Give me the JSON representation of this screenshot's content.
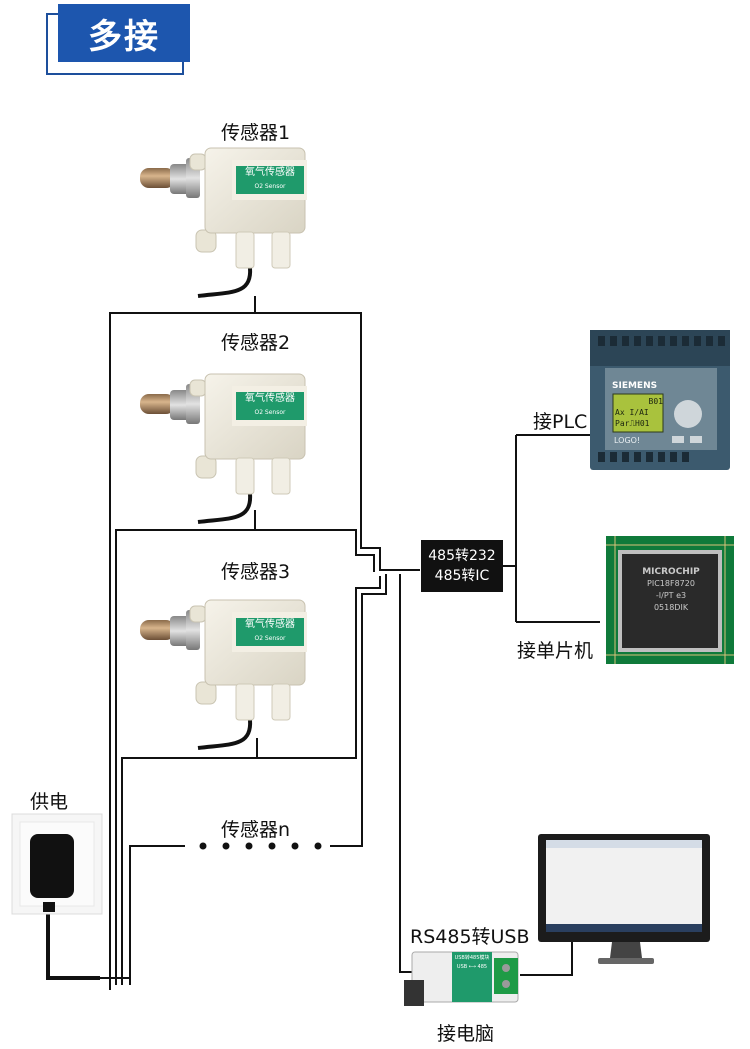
{
  "title": "多接",
  "sensors": [
    {
      "label": "传感器1",
      "device_text": "氧气传感器",
      "device_subtext": "O2 Sensor"
    },
    {
      "label": "传感器2",
      "device_text": "氧气传感器",
      "device_subtext": "O2 Sensor"
    },
    {
      "label": "传感器3",
      "device_text": "氧气传感器",
      "device_subtext": "O2 Sensor"
    },
    {
      "label": "传感器n"
    }
  ],
  "power": {
    "label": "供电"
  },
  "converter": {
    "line1": "485转232",
    "line2": "485转IC"
  },
  "plc": {
    "label": "接PLC",
    "brand": "SIEMENS",
    "screen_lines": [
      "B01",
      "Ax I/AI",
      "Par⎍H01"
    ],
    "logo_text": "LOGO!"
  },
  "mcu": {
    "label": "接单片机",
    "chip_lines": [
      "MICROCHIP",
      "PIC18F8720",
      "-I/PT e3",
      "0518DIK"
    ]
  },
  "usb": {
    "label": "RS485转USB",
    "module_text": "USB转485模块",
    "module_sub": "USB ⟷ 485"
  },
  "pc": {
    "label": "接电脑"
  },
  "colors": {
    "title_bg": "#1d56ae",
    "device_body": "#ece8da",
    "badge": "#1f9a6b",
    "plc_body": "#3c5a6e",
    "lcd": "#a9c23d",
    "pcb": "#0f7a3a",
    "chip": "#2a2a2a"
  }
}
